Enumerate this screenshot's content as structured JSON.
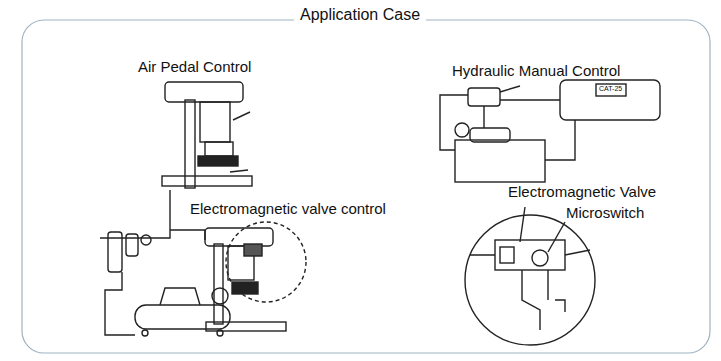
{
  "diagram": {
    "title": "Application Case",
    "labels": [
      "Air Pedal Control",
      "Electromagnetic valve control",
      "Hydraulic Manual Control",
      "Electromagnetic Valve",
      "Microswitch",
      "CAT-25"
    ]
  }
}
